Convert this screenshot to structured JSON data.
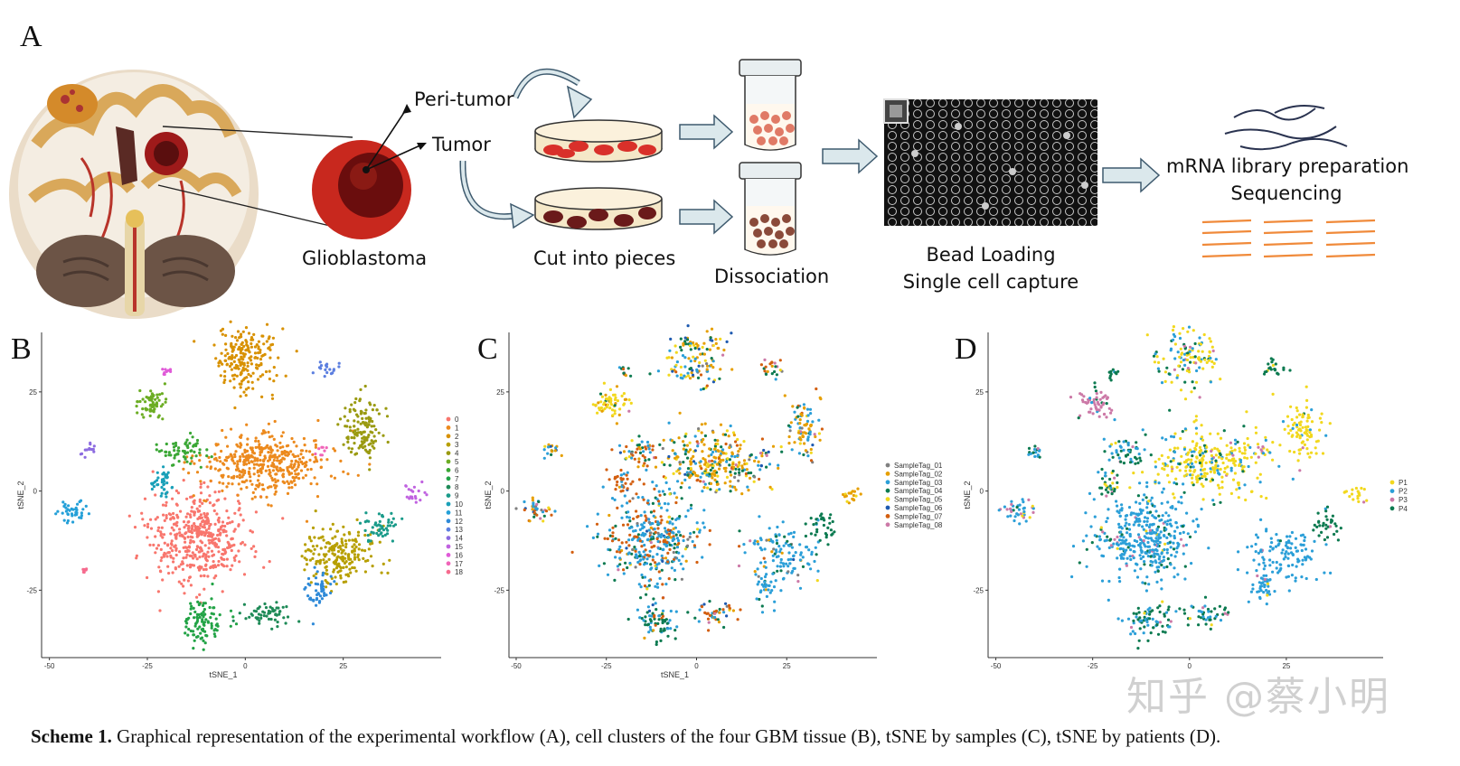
{
  "panels": {
    "a": "A",
    "b": "B",
    "c": "C",
    "d": "D"
  },
  "workflow": {
    "peri_tumor": "Peri-tumor",
    "tumor": "Tumor",
    "glioblastoma": "Glioblastoma",
    "cut_into_pieces": "Cut into pieces",
    "dissociation": "Dissociation",
    "bead_loading": "Bead Loading",
    "single_cell_capture": "Single cell capture",
    "mrna_library": "mRNA library preparation",
    "sequencing": "Sequencing",
    "colors": {
      "tumor_red": "#b51f1f",
      "dark_cell": "#6a1a1a",
      "peri_cell": "#e0604a",
      "dish": "#f5e8c8",
      "arrow": "#d8e6e8",
      "seq_line": "#f08a3a",
      "read_line": "#2a3350"
    }
  },
  "chart_data": [
    {
      "type": "scatter",
      "title": "",
      "xlabel": "tSNE_1",
      "ylabel": "tSNE_2",
      "xticks": [
        "-50",
        "-25",
        "0",
        "25"
      ],
      "yticks": [
        "25",
        "0",
        "-25"
      ],
      "xlim": [
        -52,
        50
      ],
      "ylim": [
        -42,
        40
      ],
      "legend_position": "right",
      "series": [
        {
          "name": "0",
          "color": "#f8766d",
          "cx": -12,
          "cy": -12,
          "rx": 13,
          "ry": 11
        },
        {
          "name": "1",
          "color": "#ec8a1e",
          "cx": 5,
          "cy": 7,
          "rx": 16,
          "ry": 8
        },
        {
          "name": "2",
          "color": "#d89100",
          "cx": -0.5,
          "cy": 33,
          "rx": 8,
          "ry": 8
        },
        {
          "name": "3",
          "color": "#b79f00",
          "cx": 24,
          "cy": -16,
          "rx": 9,
          "ry": 7
        },
        {
          "name": "4",
          "color": "#9a9a10",
          "cx": 30,
          "cy": 16,
          "rx": 5,
          "ry": 8
        },
        {
          "name": "5",
          "color": "#6cad24",
          "cx": -24,
          "cy": 22,
          "rx": 5,
          "ry": 4
        },
        {
          "name": "6",
          "color": "#3aa735",
          "cx": -16,
          "cy": 10,
          "rx": 5,
          "ry": 4
        },
        {
          "name": "7",
          "color": "#22a346",
          "cx": -11,
          "cy": -33,
          "rx": 6,
          "ry": 5
        },
        {
          "name": "8",
          "color": "#1e8a57",
          "cx": 5,
          "cy": -31,
          "rx": 6,
          "ry": 3
        },
        {
          "name": "9",
          "color": "#1a9b8a",
          "cx": 35,
          "cy": -9,
          "rx": 4,
          "ry": 4
        },
        {
          "name": "10",
          "color": "#1aa0b8",
          "cx": -21,
          "cy": 2,
          "rx": 3,
          "ry": 4
        },
        {
          "name": "11",
          "color": "#25a0d8",
          "cx": -44,
          "cy": -5,
          "rx": 4,
          "ry": 3
        },
        {
          "name": "12",
          "color": "#2f8ad8",
          "cx": 19,
          "cy": -25,
          "rx": 3,
          "ry": 5
        },
        {
          "name": "13",
          "color": "#5c7fe0",
          "cx": 21,
          "cy": 31,
          "rx": 3,
          "ry": 2
        },
        {
          "name": "14",
          "color": "#8c6be0",
          "cx": -40,
          "cy": 10,
          "rx": 2,
          "ry": 2
        },
        {
          "name": "15",
          "color": "#c062e0",
          "cx": 43,
          "cy": -1,
          "rx": 3,
          "ry": 2
        },
        {
          "name": "16",
          "color": "#e05ad8",
          "cx": -20,
          "cy": 30,
          "rx": 1.5,
          "ry": 2
        },
        {
          "name": "17",
          "color": "#f064b8",
          "cx": 19,
          "cy": 10,
          "rx": 1.5,
          "ry": 1.5
        },
        {
          "name": "18",
          "color": "#f66b8e",
          "cx": -41,
          "cy": -20,
          "rx": 0.6,
          "ry": 0.6
        }
      ]
    },
    {
      "type": "scatter",
      "title": "",
      "xlabel": "tSNE_1",
      "ylabel": "tSNE_2",
      "xticks": [
        "-50",
        "-25",
        "0",
        "25"
      ],
      "yticks": [
        "25",
        "0",
        "-25"
      ],
      "xlim": [
        -52,
        50
      ],
      "ylim": [
        -42,
        40
      ],
      "legend_position": "right",
      "series": [
        {
          "name": "SampleTag_01",
          "color": "#808080"
        },
        {
          "name": "SampleTag_02",
          "color": "#e69f00"
        },
        {
          "name": "SampleTag_03",
          "color": "#2b9fd8"
        },
        {
          "name": "SampleTag_04",
          "color": "#0c7a50"
        },
        {
          "name": "SampleTag_05",
          "color": "#f2d81e"
        },
        {
          "name": "SampleTag_06",
          "color": "#1e5ab0"
        },
        {
          "name": "SampleTag_07",
          "color": "#d35f10"
        },
        {
          "name": "SampleTag_08",
          "color": "#cc79a7"
        }
      ]
    },
    {
      "type": "scatter",
      "title": "",
      "xlabel": "",
      "ylabel": "tSNE_2",
      "xticks": [
        "-50",
        "-25",
        "0",
        "25"
      ],
      "yticks": [
        "25",
        "0",
        "-25"
      ],
      "xlim": [
        -52,
        50
      ],
      "ylim": [
        -42,
        40
      ],
      "legend_position": "right",
      "series": [
        {
          "name": "P1",
          "color": "#f2d81e"
        },
        {
          "name": "P2",
          "color": "#2b9fd8"
        },
        {
          "name": "P3",
          "color": "#cc79a7"
        },
        {
          "name": "P4",
          "color": "#0c7a50"
        }
      ]
    }
  ],
  "caption": {
    "label": "Scheme 1.",
    "text": "Graphical representation of the experimental workflow (A), cell clusters of the four GBM tissue (B), tSNE by samples (C), tSNE by patients (D)."
  },
  "watermark": "知乎 @蔡小明"
}
